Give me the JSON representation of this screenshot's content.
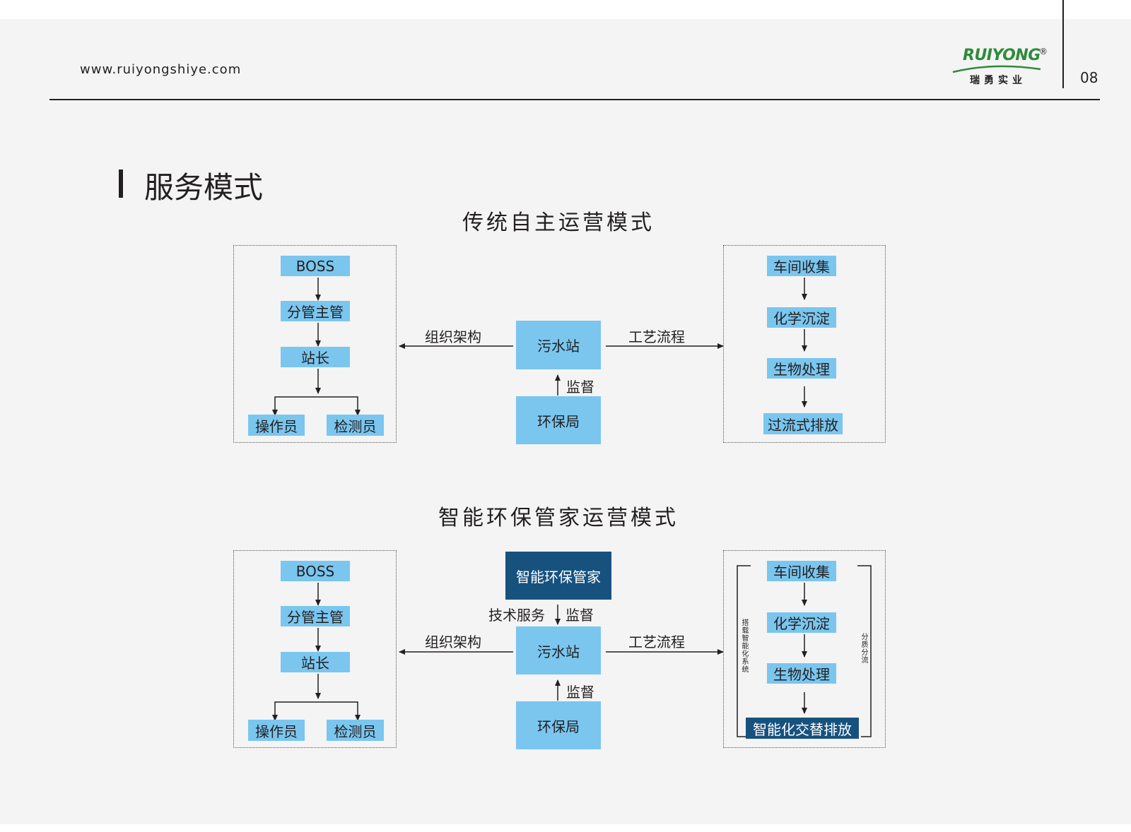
{
  "header": {
    "website": "www.ruiyongshiye.com",
    "logo_text": "RUIYONG",
    "logo_reg": "®",
    "logo_cn": "瑞勇实业",
    "page_number": "08"
  },
  "section_title": "服务模式",
  "traditional": {
    "title": "传统自主运营模式",
    "org": {
      "boss": "BOSS",
      "manager": "分管主管",
      "station_head": "站长",
      "operator": "操作员",
      "inspector": "检测员"
    },
    "center": {
      "station": "污水站",
      "epb": "环保局"
    },
    "labels": {
      "org_arch": "组织架构",
      "process_flow": "工艺流程",
      "supervise": "监督"
    },
    "process": [
      "车间收集",
      "化学沉淀",
      "生物处理",
      "过流式排放"
    ]
  },
  "smart": {
    "title": "智能环保管家运营模式",
    "org": {
      "boss": "BOSS",
      "manager": "分管主管",
      "station_head": "站长",
      "operator": "操作员",
      "inspector": "检测员"
    },
    "center": {
      "housekeeper": "智能环保管家",
      "station": "污水站",
      "epb": "环保局"
    },
    "labels": {
      "org_arch": "组织架构",
      "process_flow": "工艺流程",
      "tech_service": "技术服务",
      "supervise_top": "监督",
      "supervise": "监督"
    },
    "process": [
      "车间收集",
      "化学沉淀",
      "生物处理",
      "智能化交替排放"
    ],
    "left_bracket": "搭载智能化系统",
    "right_bracket": "分质分流"
  },
  "colors": {
    "node_light": "#7ac6ef",
    "node_dark": "#17527f",
    "background": "#f4f4f4"
  }
}
